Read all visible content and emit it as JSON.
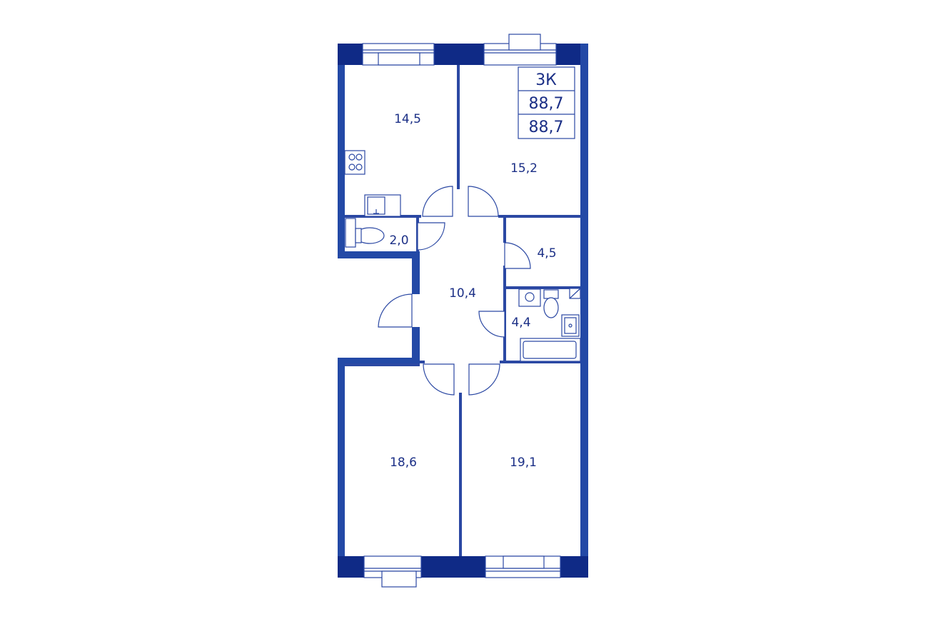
{
  "colors": {
    "wall": "#2349a6",
    "wall_dark": "#0f2a86",
    "line": "#2b48a3",
    "text": "#1b2f86",
    "background": "#ffffff"
  },
  "badge": {
    "type": "3К",
    "total_area": "88,7",
    "living_area": "88,7"
  },
  "rooms": {
    "kitchen": "14,5",
    "bedroom_top_right": "15,2",
    "wc": "2,0",
    "storage": "4,5",
    "hall": "10,4",
    "bathroom": "4,4",
    "bedroom_bottom_left": "18,6",
    "bedroom_bottom_right": "19,1"
  }
}
